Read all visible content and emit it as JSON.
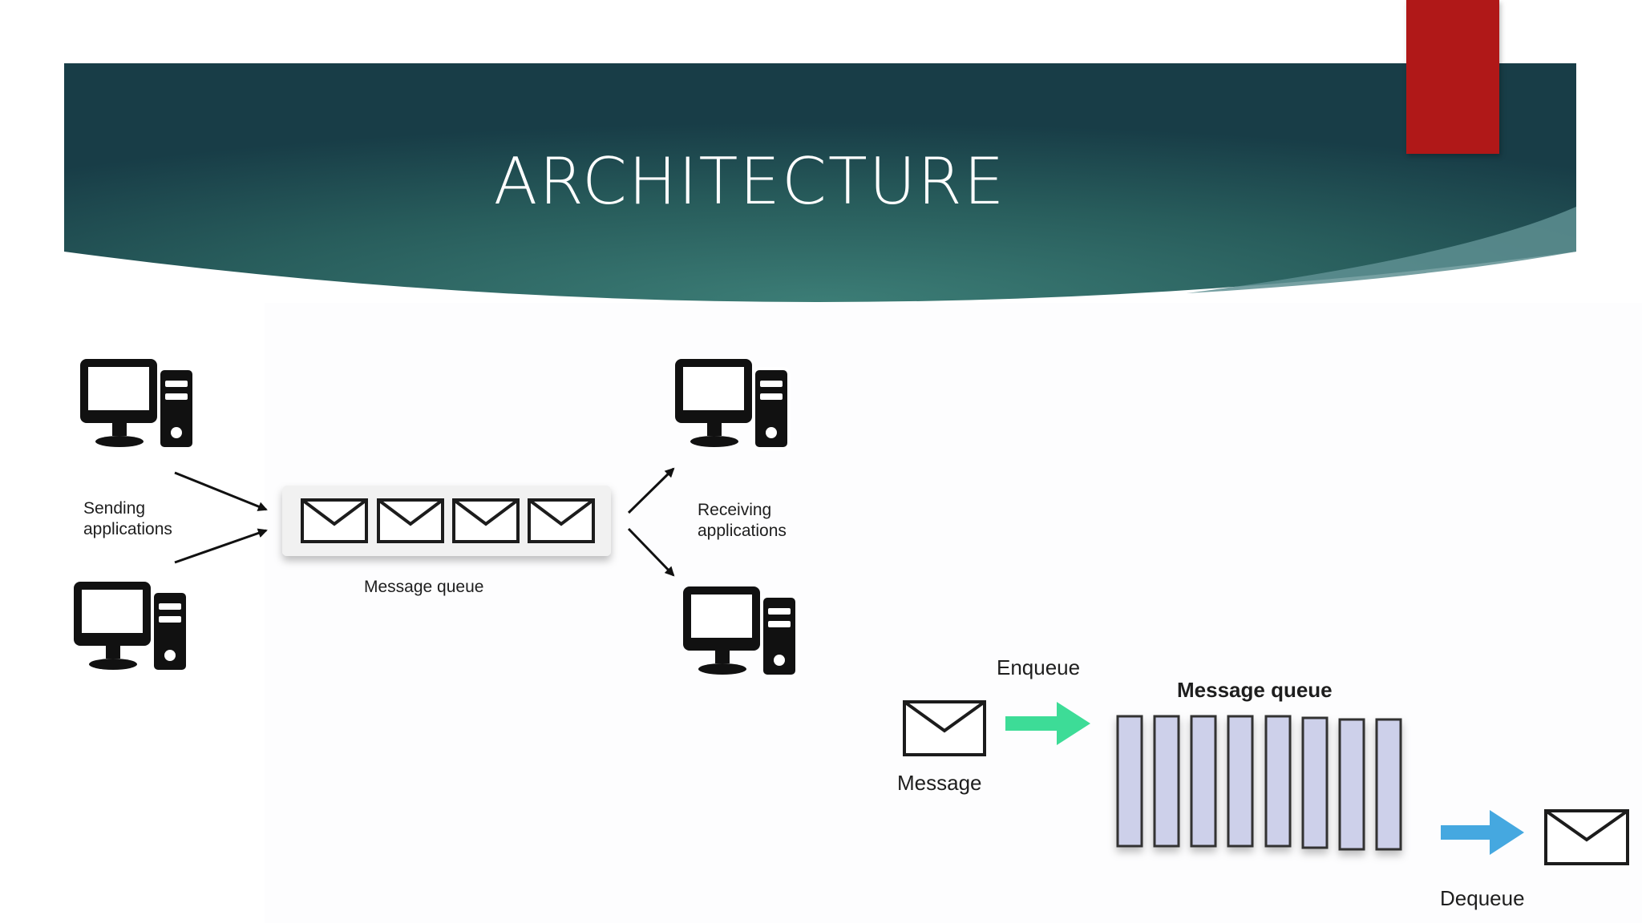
{
  "slide": {
    "title": "ARCHITECTURE",
    "theme_color": "#2c6461",
    "accent_color": "#b01818"
  },
  "diagram1": {
    "sending_label": "Sending\napplications",
    "receiving_label": "Receiving\napplications",
    "queue_label": "Message queue",
    "queue_message_count": 4,
    "icons": [
      "computer-icon",
      "envelope-icon",
      "arrow-icon"
    ]
  },
  "diagram2": {
    "message_label": "Message",
    "enqueue_label": "Enqueue",
    "queue_label": "Message queue",
    "dequeue_label": "Dequeue",
    "slot_count": 8,
    "enqueue_arrow_color": "#3ddc97",
    "dequeue_arrow_color": "#45a8e0",
    "slot_color": "#cdd0ea"
  }
}
